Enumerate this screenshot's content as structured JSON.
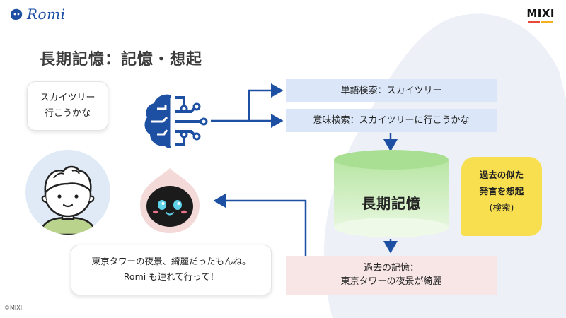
{
  "header": {
    "logo_text": "Romi",
    "brand": "MIXI",
    "brand_colors": [
      "#e84a3a",
      "#f5b022",
      "#2e6fe0"
    ]
  },
  "slide": {
    "title": "長期記憶：記憶・想起"
  },
  "user_bubble": {
    "line1": "スカイツリー",
    "line2": "行こうかな"
  },
  "romi_bubble": {
    "line1": "東京タワーの夜景、綺麗だったもんね。",
    "line2": "Romi も連れて行って！"
  },
  "search": {
    "word": "単語検索：スカイツリー",
    "meaning": "意味検索：スカイツリーに行こうかな"
  },
  "memory_store": {
    "label": "長期記憶"
  },
  "recall_note": {
    "line1": "過去の似た",
    "line2": "発言を想起",
    "line3": "(検索)"
  },
  "past_memory": {
    "line1": "過去の記憶：",
    "line2": "東京タワーの夜景が綺麗"
  },
  "footer": {
    "copyright": "©MIXI"
  },
  "colors": {
    "arrow": "#1d4fa3",
    "search_box": "#dbe7f8",
    "memory_box": "#f8e5e5",
    "note": "#f8df50",
    "cylinder": "#cdeebd"
  }
}
